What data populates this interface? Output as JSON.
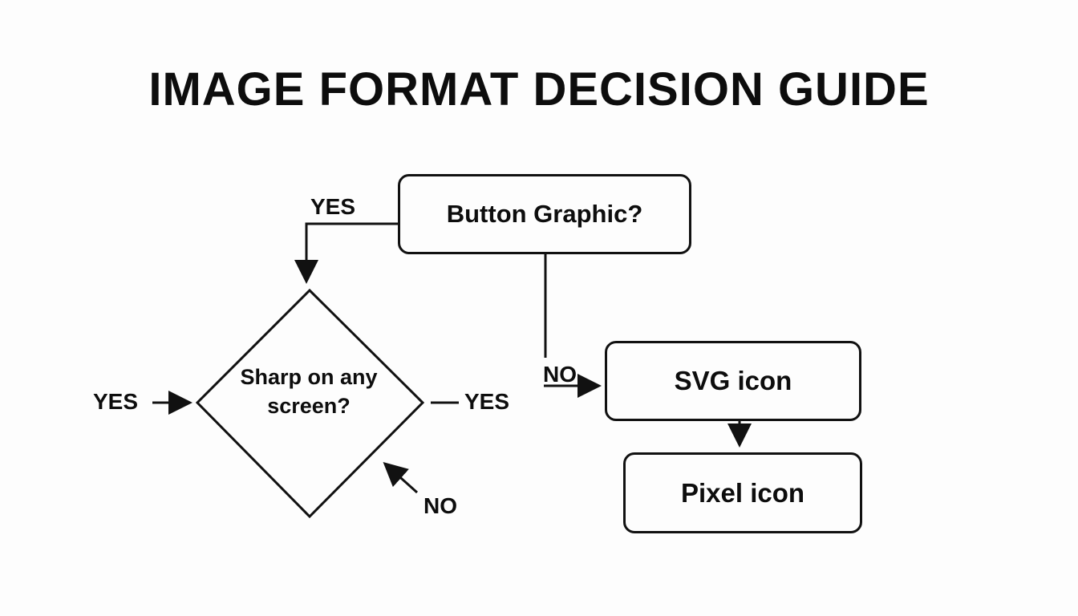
{
  "title": "IMAGE FORMAT DECISION GUIDE",
  "nodes": {
    "button_graphic": "Button Graphic?",
    "sharp_on_any_screen": "Sharp on any screen?",
    "svg_icon": "SVG icon",
    "pixel_icon": "Pixel icon"
  },
  "edge_labels": {
    "top_yes": "YES",
    "left_yes": "YES",
    "right_yes": "YES",
    "diamond_no": "NO",
    "svg_no": "NO"
  },
  "colors": {
    "stroke": "#111111",
    "background": "#fdfdfd"
  }
}
